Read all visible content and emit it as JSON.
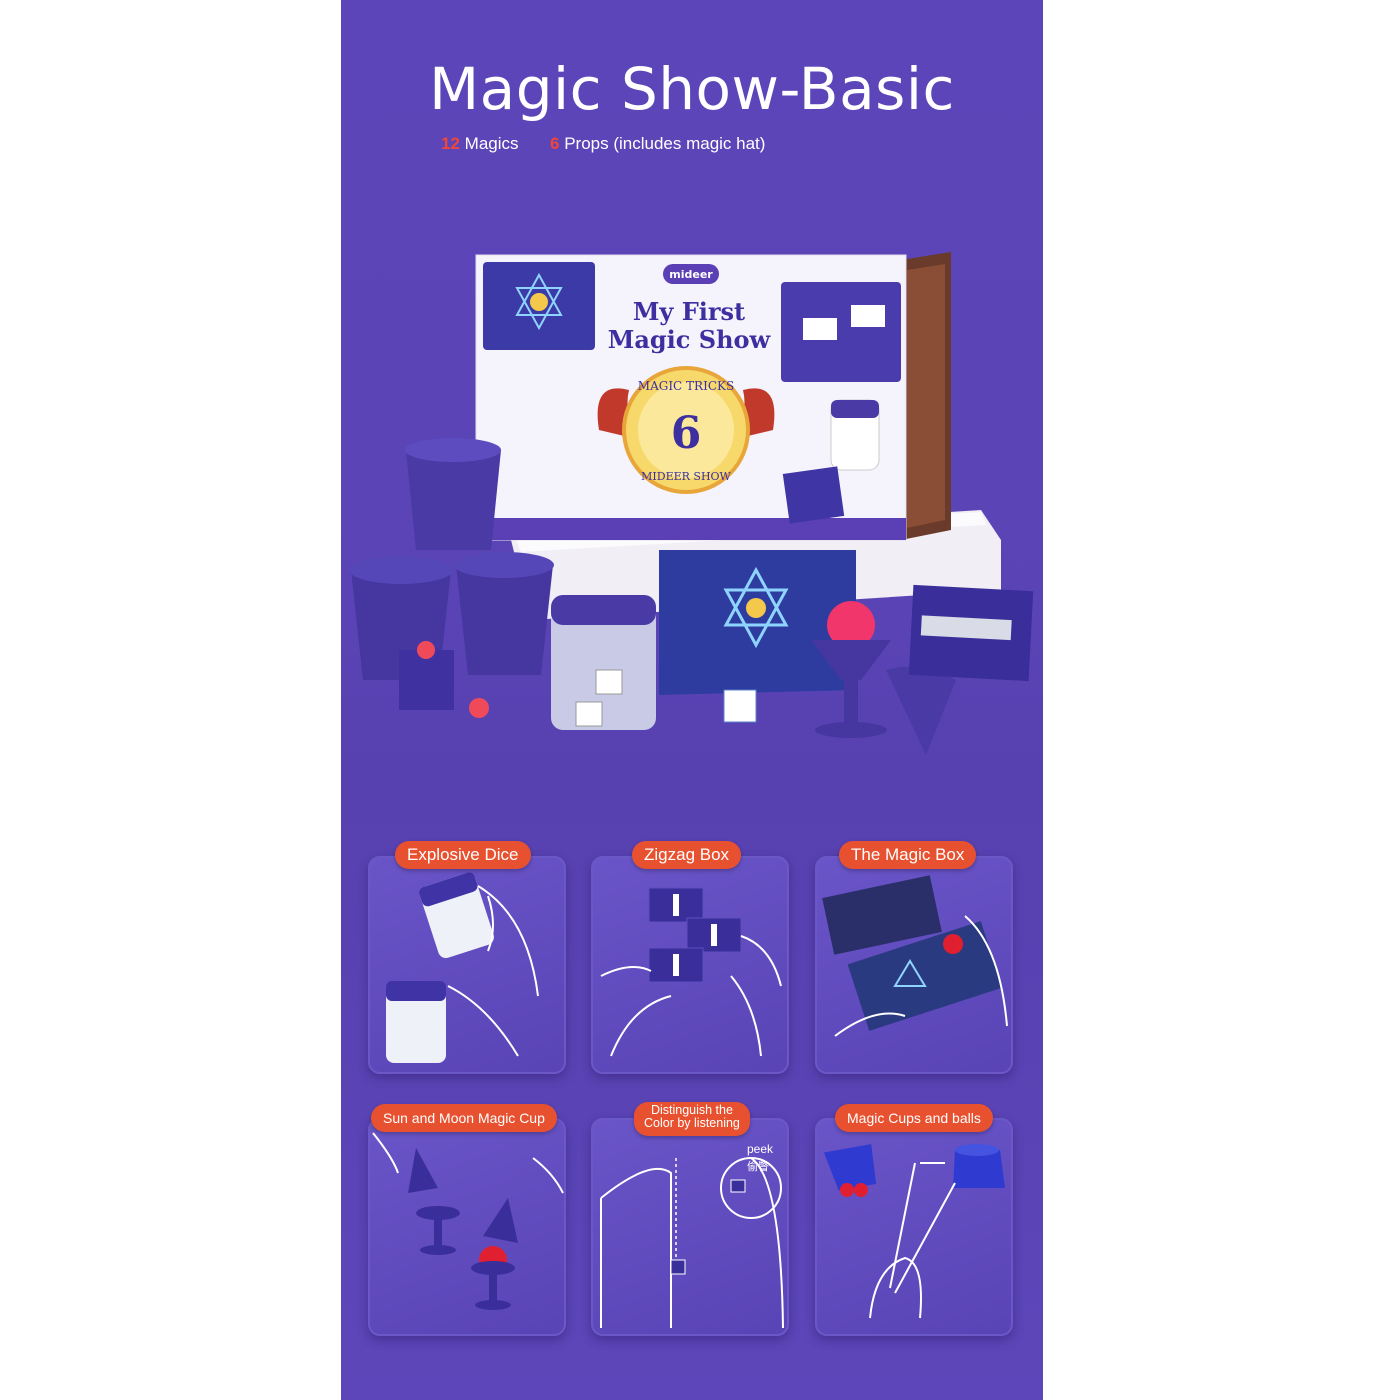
{
  "header": {
    "title": "Magic Show-Basic",
    "stats": [
      {
        "count": "12",
        "label": "Magics"
      },
      {
        "count": "6",
        "label": "Props (includes magic hat)"
      }
    ]
  },
  "product": {
    "brand": "mideer",
    "box_title_line1": "My First",
    "box_title_line2": "Magic Show",
    "badge_number": "6",
    "badge_top": "MAGIC TRICKS",
    "badge_bottom": "MIDEER SHOW"
  },
  "tricks": [
    {
      "label": "Explosive Dice"
    },
    {
      "label": "Zigzag Box"
    },
    {
      "label": "The Magic Box"
    },
    {
      "label": "Sun and Moon Magic Cup"
    },
    {
      "label_line1": "Distinguish the",
      "label_line2": "Color by listening",
      "annotation": "peek",
      "annotation_zh": "偷瞥"
    },
    {
      "label": "Magic Cups and balls"
    }
  ],
  "colors": {
    "panel_bg": "#5a44b5",
    "tag_bg": "#e8512f",
    "accent_red": "#f0463a",
    "box_purple": "#4a3aa5"
  }
}
